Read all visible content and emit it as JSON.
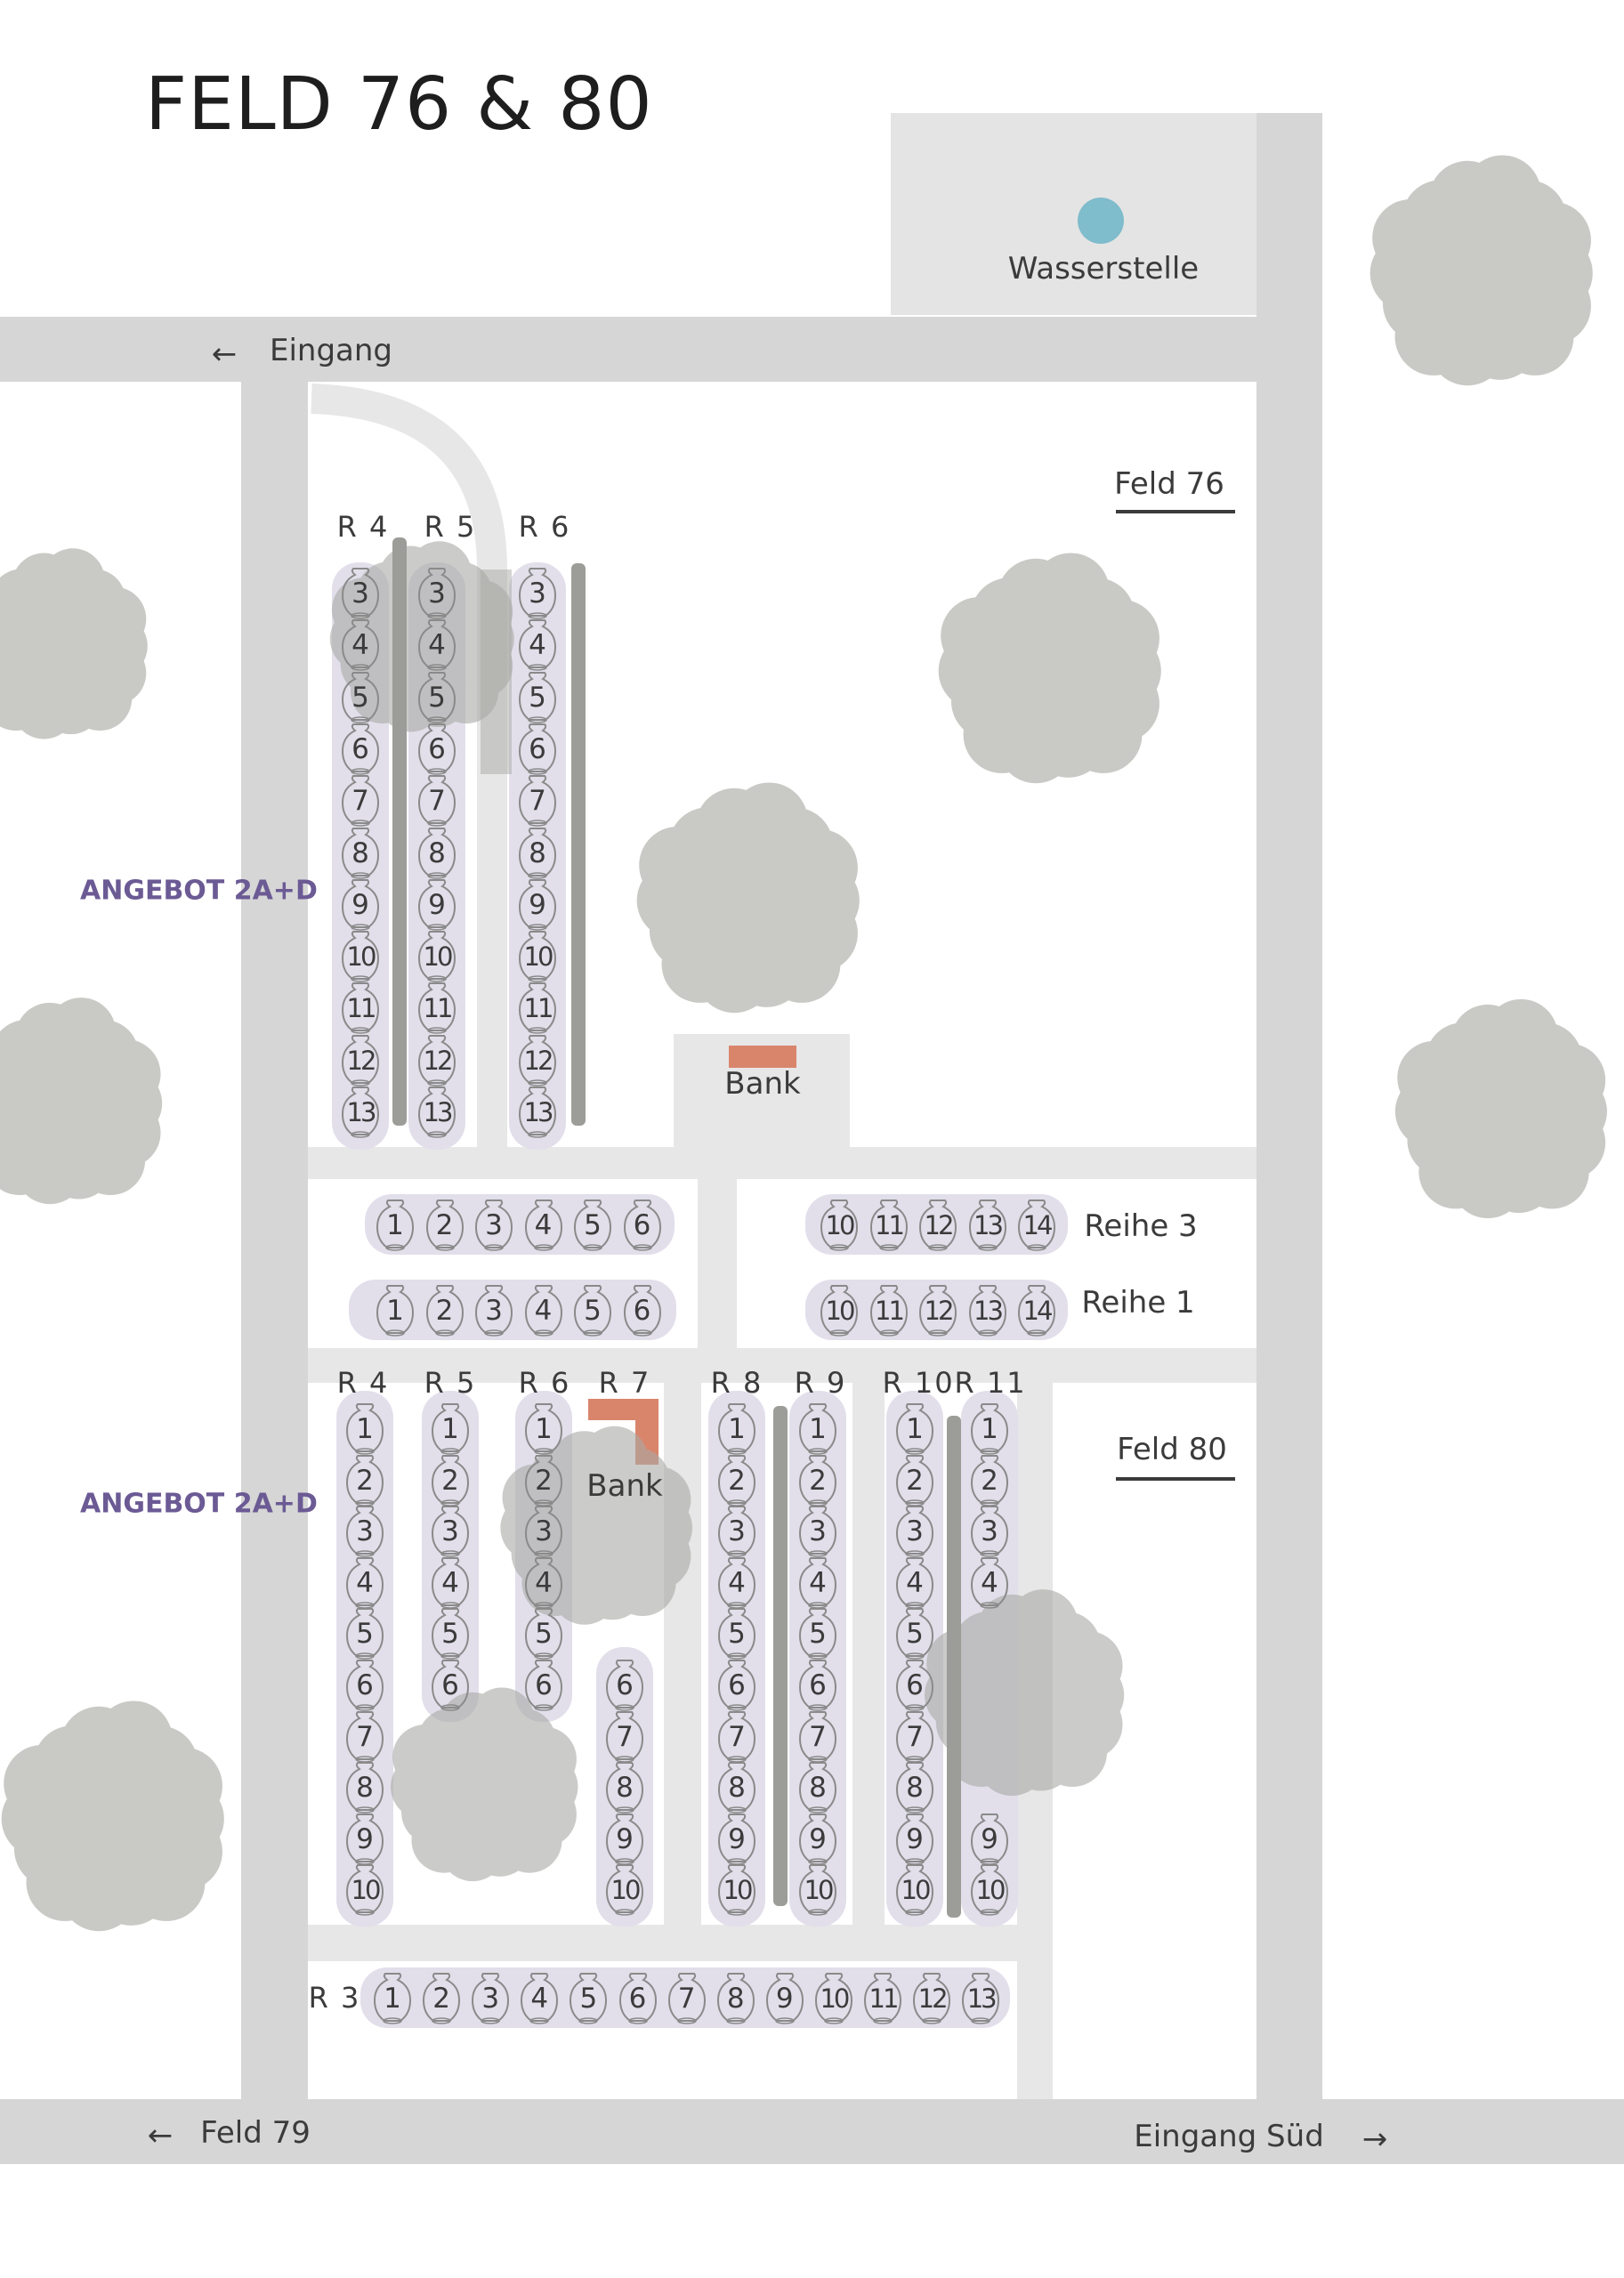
{
  "title": "FELD 76 & 80",
  "labels": {
    "wasserstelle": "Wasserstelle",
    "eingang": "Eingang",
    "feld79": "Feld 79",
    "eingang_sued": "Eingang Süd",
    "feld76": "Feld 76",
    "feld80": "Feld 80",
    "angebot_upper": "ANGEBOT 2A+D",
    "angebot_lower": "ANGEBOT 2A+D",
    "bank_upper": "Bank",
    "bank_lower": "Bank",
    "reihe3": "Reihe 3",
    "reihe1": "Reihe 1",
    "r3": "R 3",
    "arrow_left": "←",
    "arrow_right": "→"
  },
  "upper_columns": [
    {
      "label": "R 4",
      "numbers": [
        "3",
        "4",
        "5",
        "6",
        "7",
        "8",
        "9",
        "10",
        "11",
        "12",
        "13"
      ]
    },
    {
      "label": "R 5",
      "numbers": [
        "3",
        "4",
        "5",
        "6",
        "7",
        "8",
        "9",
        "10",
        "11",
        "12",
        "13"
      ]
    },
    {
      "label": "R 6",
      "numbers": [
        "3",
        "4",
        "5",
        "6",
        "7",
        "8",
        "9",
        "10",
        "11",
        "12",
        "13"
      ]
    }
  ],
  "middle_rows": [
    {
      "name": "reihe-3-left",
      "numbers": [
        "1",
        "2",
        "3",
        "4",
        "5",
        "6"
      ]
    },
    {
      "name": "reihe-1-left",
      "numbers": [
        "1",
        "2",
        "3",
        "4",
        "5",
        "6"
      ]
    },
    {
      "name": "reihe-3-right",
      "numbers": [
        "10",
        "11",
        "12",
        "13",
        "14"
      ]
    },
    {
      "name": "reihe-1-right",
      "numbers": [
        "10",
        "11",
        "12",
        "13",
        "14"
      ]
    }
  ],
  "lower_columns": [
    {
      "label": "R 4",
      "numbers": [
        "1",
        "2",
        "3",
        "4",
        "5",
        "6",
        "7",
        "8",
        "9",
        "10"
      ]
    },
    {
      "label": "R 5",
      "numbers": [
        "1",
        "2",
        "3",
        "4",
        "5",
        "6"
      ]
    },
    {
      "label": "R 6",
      "numbers": [
        "1",
        "2",
        "3",
        "4",
        "5",
        "6"
      ]
    },
    {
      "label": "R 7",
      "numbers": [
        "6",
        "7",
        "8",
        "9",
        "10"
      ]
    },
    {
      "label": "R 8",
      "numbers": [
        "1",
        "2",
        "3",
        "4",
        "5",
        "6",
        "7",
        "8",
        "9",
        "10"
      ]
    },
    {
      "label": "R 9",
      "numbers": [
        "1",
        "2",
        "3",
        "4",
        "5",
        "6",
        "7",
        "8",
        "9",
        "10"
      ]
    },
    {
      "label": "R 10",
      "numbers": [
        "1",
        "2",
        "3",
        "4",
        "5",
        "6",
        "7",
        "8",
        "9",
        "10"
      ]
    },
    {
      "label": "R 11",
      "numbers": [
        "1",
        "2",
        "3",
        "4",
        "9",
        "10"
      ]
    }
  ],
  "bottom_row": {
    "label": "R 3",
    "numbers": [
      "1",
      "2",
      "3",
      "4",
      "5",
      "6",
      "7",
      "8",
      "9",
      "10",
      "11",
      "12",
      "13"
    ]
  },
  "colors": {
    "road": "#d6d6d6",
    "path": "#e7e7e7",
    "tree": "#c9cac5",
    "hedge": "#9c9d98",
    "lane": "#e2dfeb",
    "water": "#7fbccc",
    "bank": "#d9856c",
    "offer": "#6b5a94"
  }
}
